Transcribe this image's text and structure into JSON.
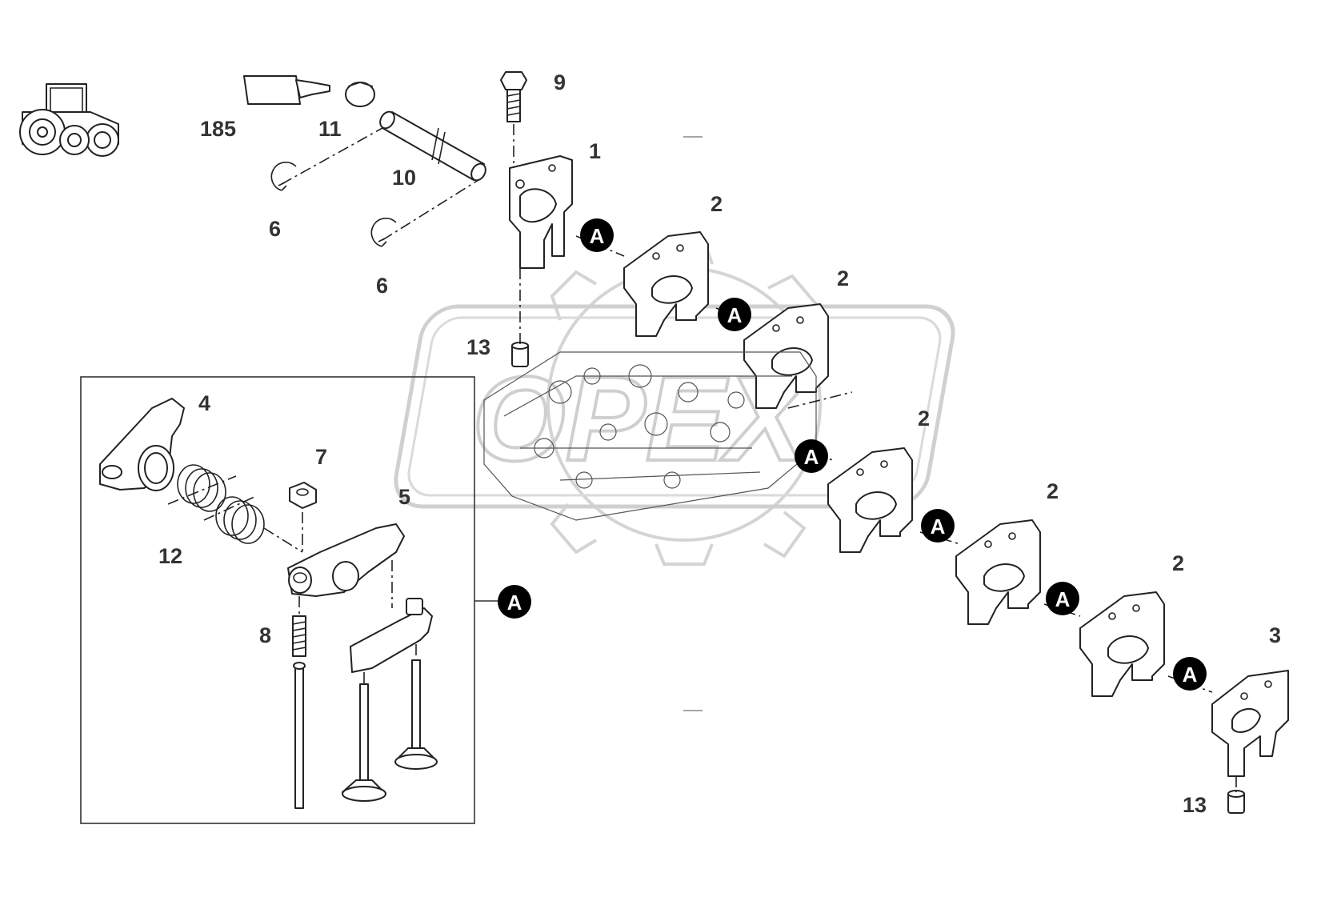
{
  "watermark": {
    "text": "OPEX",
    "color": "#d8d8d8"
  },
  "icons": {
    "tractor": "tractor-icon",
    "watermark_gear": "gear-icon"
  },
  "callouts": {
    "n185": "185",
    "n11": "11",
    "n9": "9",
    "n1": "1",
    "n10": "10",
    "n6a": "6",
    "n6b": "6",
    "n2a": "2",
    "n2b": "2",
    "n2c": "2",
    "n2d": "2",
    "n2e": "2",
    "n13a": "13",
    "n13b": "13",
    "n4": "4",
    "n7": "7",
    "n5": "5",
    "n12": "12",
    "n8": "8",
    "n3": "3"
  },
  "badges": {
    "label": "A",
    "fill": "#000000",
    "text_color": "#ffffff"
  }
}
